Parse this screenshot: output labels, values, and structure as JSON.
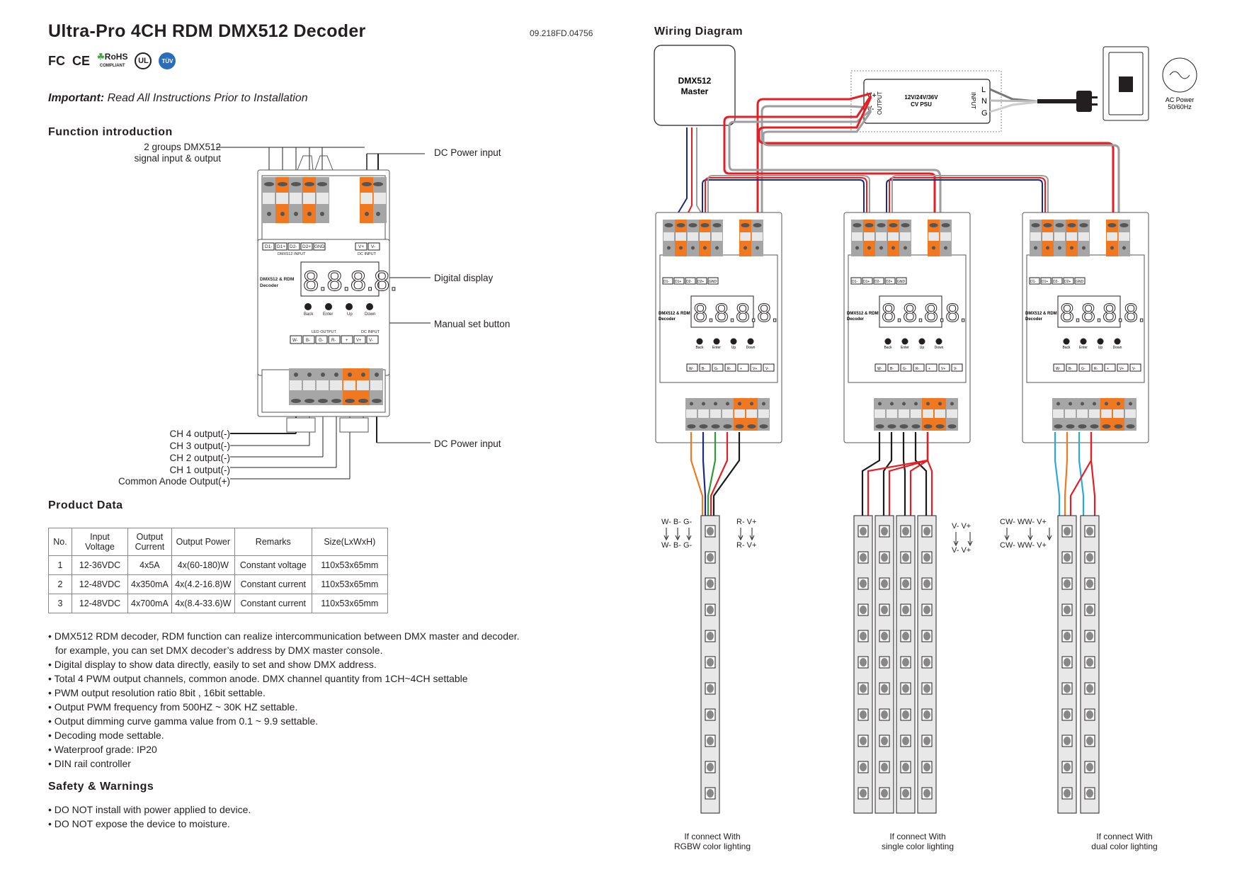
{
  "header": {
    "title": "Ultra-Pro 4CH RDM DMX512 Decoder",
    "doc_code": "09.218FD.04756",
    "certifications": [
      "FC",
      "CE",
      "RoHS",
      "COMPLIANT",
      "UL",
      "TÜV"
    ],
    "important_label": "Important:",
    "important_text": "Read All Instructions Prior to Installation"
  },
  "function_intro": {
    "heading": "Function introduction",
    "callouts": {
      "dmx_signal_line1": "2 groups DMX512",
      "dmx_signal_line2": "signal input & output",
      "dc_power_top": "DC Power input",
      "digital_display": "Digital display",
      "manual_button": "Manual set button",
      "ch4": "CH 4 output(-)",
      "ch3": "CH 3 output(-)",
      "ch2": "CH 2 output(-)",
      "ch1": "CH 1 output(-)",
      "common_anode": "Common Anode Output(+)",
      "dc_power_bottom": "DC Power input"
    }
  },
  "device": {
    "input_terminals": [
      "D1-",
      "D1+",
      "D2-",
      "D2+",
      "GND"
    ],
    "input_group_label": "DMX512 INPUT",
    "dc_terminals": [
      "V+",
      "V-"
    ],
    "dc_group_label": "DC INPUT",
    "name_line1": "DMX512 & RDM",
    "name_line2": "Decoder",
    "display": "8.8.8.8.",
    "buttons": [
      "Back",
      "Enter",
      "Up",
      "Down"
    ],
    "output_terminals": [
      "W-",
      "B-",
      "G-",
      "R-",
      "+",
      "V+",
      "V-"
    ],
    "output_group_label": "LED OUTPUT"
  },
  "product_data": {
    "heading": "Product Data",
    "columns": [
      "No.",
      "Input Voltage",
      "Output Current",
      "Output Power",
      "Remarks",
      "Size(LxWxH)"
    ],
    "rows": [
      [
        "1",
        "12-36VDC",
        "4x5A",
        "4x(60-180)W",
        "Constant voltage",
        "110x53x65mm"
      ],
      [
        "2",
        "12-48VDC",
        "4x350mA",
        "4x(4.2-16.8)W",
        "Constant current",
        "110x53x65mm"
      ],
      [
        "3",
        "12-48VDC",
        "4x700mA",
        "4x(8.4-33.6)W",
        "Constant current",
        "110x53x65mm"
      ]
    ]
  },
  "features": [
    {
      "line1": "DMX512 RDM decoder, RDM function can realize intercommunication between DMX master and decoder.",
      "line2": "for example, you can set DMX decoder’s address by DMX master console."
    },
    {
      "line1": "Digital display to show data directly, easily to set and show DMX address."
    },
    {
      "line1": "Total 4 PWM output channels, common anode. DMX channel quantity from 1CH~4CH settable"
    },
    {
      "line1": "PWM output resolution ratio 8bit , 16bit settable."
    },
    {
      "line1": "Output PWM frequency from 500HZ ~ 30K HZ settable."
    },
    {
      "line1": "Output dimming curve gamma value from 0.1 ~ 9.9 settable."
    },
    {
      "line1": "Decoding mode settable."
    },
    {
      "line1": "Waterproof grade: IP20"
    },
    {
      "line1": "DIN rail controller"
    }
  ],
  "safety": {
    "heading": "Safety & Warnings",
    "items": [
      "DO NOT install with power applied to device.",
      "DO NOT expose the device to moisture."
    ]
  },
  "wiring": {
    "heading": "Wiring Diagram",
    "master_line1": "DMX512",
    "master_line2": "Master",
    "psu_output_label": "OUTPUT",
    "psu_input_label": "INPUT",
    "psu_vplus": "V+",
    "psu_vminus": "V-",
    "psu_line1": "12V/24V/36V",
    "psu_line2": "CV PSU",
    "psu_l": "L",
    "psu_n": "N",
    "psu_g": "G",
    "ac_line1": "AC Power",
    "ac_line2": "50/60Hz",
    "strip1_top_left": "W- B- G-",
    "strip1_bottom_left": "W- B- G-",
    "strip1_top_right": "R- V+",
    "strip1_bottom_right": "R- V+",
    "strip2_top": "V- V+",
    "strip2_bottom": "V- V+",
    "strip3_top": "CW-  WW-  V+",
    "strip3_bottom": "CW-  WW-  V+",
    "caption1_line1": "If connect With",
    "caption1_line2": "RGBW color lighting",
    "caption2_line1": "If connect With",
    "caption2_line2": "single color lighting",
    "caption3_line1": "If connect With",
    "caption3_line2": "dual color lighting",
    "colors": {
      "red": "#e31e24",
      "blue": "#1b2a8a",
      "gray": "#9d9d9d",
      "black": "#1a1a1a",
      "orange": "#f07820",
      "cyan": "#29a9e0",
      "green": "#2e9c3a"
    }
  }
}
